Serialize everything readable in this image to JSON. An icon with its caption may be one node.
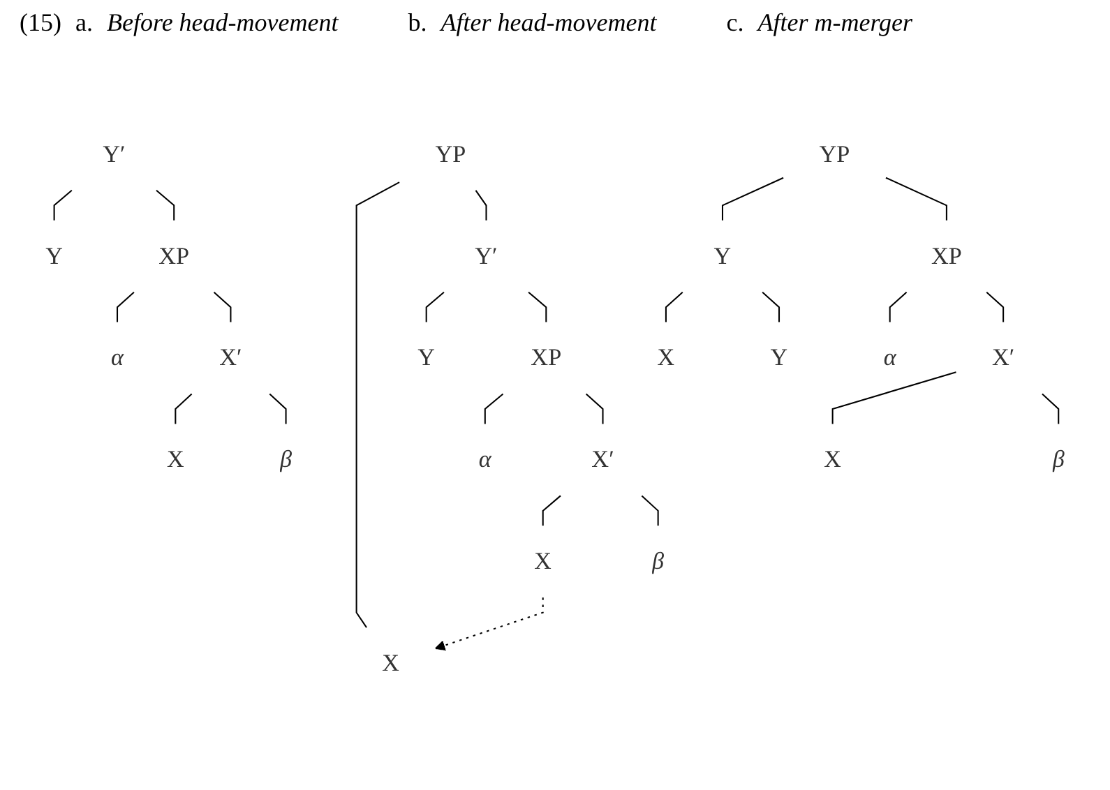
{
  "diagram": {
    "nodes": [
      {
        "text": [
          "Y′"
        ]
      },
      {
        "text": [
          "Y"
        ]
      },
      {
        "text": [
          "XP"
        ]
      },
      {
        "text": [
          "α"
        ]
      },
      {
        "text": [
          "X′"
        ]
      },
      {
        "text": [
          "X"
        ]
      },
      {
        "text": [
          "β"
        ]
      },
      {
        "text": [
          "YP"
        ]
      },
      {
        "text": [
          "X"
        ]
      },
      {
        "text": [
          "Y′"
        ]
      },
      {
        "text": [
          "Y"
        ]
      },
      {
        "text": [
          "XP"
        ]
      },
      {
        "text": [
          "α"
        ]
      },
      {
        "text": [
          "X′"
        ]
      },
      {
        "text": [
          "X"
        ]
      },
      {
        "text": [
          "β"
        ]
      },
      {
        "text": [
          "YP"
        ]
      },
      {
        "text": [
          "Y"
        ]
      },
      {
        "text": [
          "X"
        ]
      },
      {
        "text": [
          "Y"
        ]
      },
      {
        "text": [
          "XP"
        ]
      },
      {
        "text": [
          "α"
        ]
      },
      {
        "text": [
          "X′"
        ]
      },
      {
        "text": [
          "X"
        ]
      },
      {
        "text": [
          "β"
        ]
      }
    ],
    "edges": [
      {
        "from": 0,
        "to": 1,
        "arrow": "none"
      },
      {
        "from": 0,
        "to": 2,
        "arrow": "none"
      },
      {
        "from": 2,
        "to": 3,
        "arrow": "none"
      },
      {
        "from": 2,
        "to": 4,
        "arrow": "none"
      },
      {
        "from": 4,
        "to": 5,
        "arrow": "none"
      },
      {
        "from": 4,
        "to": 6,
        "arrow": "none"
      },
      {
        "from": 7,
        "to": 8,
        "arrow": "none"
      },
      {
        "from": 7,
        "to": 9,
        "arrow": "none"
      },
      {
        "from": 9,
        "to": 10,
        "arrow": "none"
      },
      {
        "from": 9,
        "to": 11,
        "arrow": "none"
      },
      {
        "from": 11,
        "to": 12,
        "arrow": "none"
      },
      {
        "from": 11,
        "to": 13,
        "arrow": "none"
      },
      {
        "from": 13,
        "to": 14,
        "arrow": "none"
      },
      {
        "from": 13,
        "to": 15,
        "arrow": "none"
      },
      {
        "from": 14,
        "to": 8,
        "arrow": "to",
        "style": "dashed"
      },
      {
        "from": 16,
        "to": 17,
        "arrow": "none"
      },
      {
        "from": 16,
        "to": 20,
        "arrow": "none"
      },
      {
        "from": 17,
        "to": 18,
        "arrow": "none"
      },
      {
        "from": 17,
        "to": 19,
        "arrow": "none"
      },
      {
        "from": 20,
        "to": 21,
        "arrow": "none"
      },
      {
        "from": 20,
        "to": 22,
        "arrow": "none"
      },
      {
        "from": 22,
        "to": 23,
        "arrow": "none"
      },
      {
        "from": 22,
        "to": 24,
        "arrow": "none"
      }
    ],
    "labels": [
      "(15)",
      "a.",
      "Before head-movement",
      "b.",
      "After head-movement",
      "c.",
      "After m-merger"
    ]
  }
}
